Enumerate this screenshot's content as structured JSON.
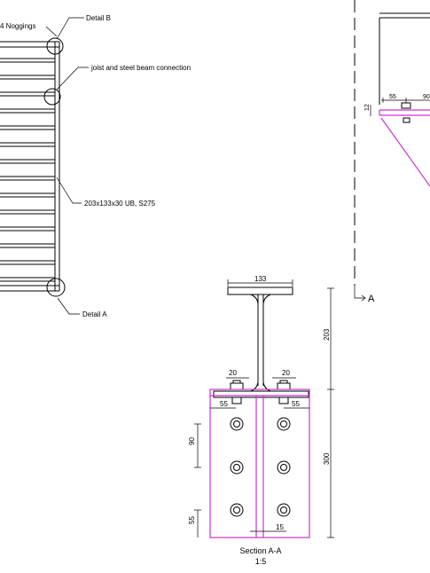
{
  "labels": {
    "noggings": "4 Noggings",
    "detail_b": "Detail B",
    "joist_connection": "joist and steel beam connection",
    "beam_spec": "203x133x30 UB, S275",
    "detail_a": "Detail A",
    "section_marker": "A",
    "section_title": "Section A-A",
    "section_scale": "1:5"
  },
  "dimensions": {
    "flange_width": "133",
    "beam_depth": "203",
    "plate_height": "300",
    "bolt_offset_left": "20",
    "bolt_offset_right": "20",
    "edge_left": "55",
    "edge_right": "55",
    "bolt_pitch": "90",
    "bottom_edge": "55",
    "gap": "15",
    "right_edge_55": "55",
    "right_partial_90": "90",
    "right_12": "12"
  },
  "colors": {
    "line": "#000000",
    "plate": "#cc33cc"
  }
}
